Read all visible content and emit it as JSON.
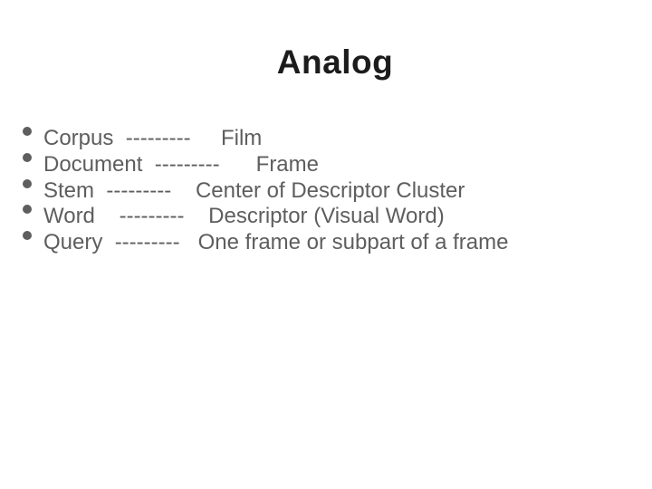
{
  "slide": {
    "title": "Analog",
    "colors": {
      "background": "#ffffff",
      "title_text": "#1c1c1c",
      "body_text": "#5e5e5e",
      "bullet": "#5e5e5e"
    },
    "bullets": [
      {
        "term": "Corpus",
        "separator": "---------",
        "analog": "Film",
        "text": "Corpus  ---------     Film"
      },
      {
        "term": "Document",
        "separator": "---------",
        "analog": "Frame",
        "text": "Document  ---------      Frame"
      },
      {
        "term": "Stem",
        "separator": "---------",
        "analog": "Center of Descriptor Cluster",
        "text": "Stem  ---------    Center of Descriptor Cluster"
      },
      {
        "term": "Word",
        "separator": "---------",
        "analog": "Descriptor (Visual Word)",
        "text": "Word    ---------    Descriptor (Visual Word)"
      },
      {
        "term": "Query",
        "separator": "---------",
        "analog": "One frame or subpart of a frame",
        "text": "Query  ---------   One frame or subpart of a frame"
      }
    ]
  }
}
